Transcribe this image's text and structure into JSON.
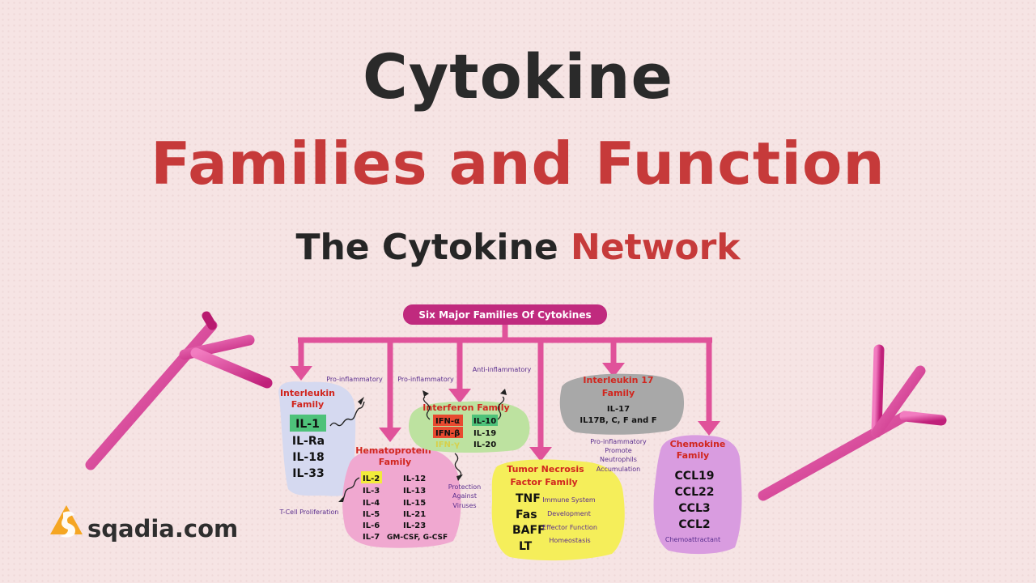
{
  "header": {
    "title_line1": "Cytokine",
    "title_line2": "Families and Function",
    "subtitle_plain": "The Cytokine",
    "subtitle_accent": "Network"
  },
  "diagram": {
    "root_label": "Six Major Families Of Cytokines",
    "interleukin": {
      "title_line1": "Interleukin",
      "title_line2": "Family",
      "items": [
        "IL-1",
        "IL-Ra",
        "IL-18",
        "IL-33"
      ],
      "note": "Pro-inflammatory"
    },
    "hematoprotein": {
      "title_line1": "Hematoprotein",
      "title_line2": "Family",
      "col1": [
        "IL-2",
        "IL-3",
        "IL-4",
        "IL-5",
        "IL-6",
        "IL-7"
      ],
      "col2": [
        "IL-12",
        "IL-13",
        "IL-15",
        "IL-21",
        "IL-23",
        "GM-CSF, G-CSF"
      ],
      "note": "T-Cell Proliferation"
    },
    "interferon": {
      "title": "Interferon Family",
      "col1": [
        "IFN-α",
        "IFN-β",
        "IFN-γ"
      ],
      "col2": [
        "IL-10",
        "IL-19",
        "IL-20"
      ],
      "note_left": "Pro-inflammatory",
      "note_right": "Anti-inflammatory",
      "note_bottom": [
        "Protection",
        "Against",
        "Viruses"
      ]
    },
    "tnf": {
      "title_line1": "Tumor Necrosis",
      "title_line2": "Factor Family",
      "items": [
        "TNF",
        "Fas",
        "BAFF",
        "LT"
      ],
      "functions": [
        "Immune System",
        "Development",
        "Effector Function",
        "Homeostasis"
      ]
    },
    "il17": {
      "title_line1": "Interleukin 17",
      "title_line2": "Family",
      "items": [
        "IL-17",
        "IL17B, C, F and F"
      ],
      "notes": [
        "Pro-inflammatory",
        "Promote",
        "Neutrophils",
        "Accumulation"
      ]
    },
    "chemokine": {
      "title_line1": "Chemokine",
      "title_line2": "Family",
      "items": [
        "CCL19",
        "CCL22",
        "CCL3",
        "CCL2"
      ],
      "note": "Chemoattractant"
    }
  },
  "brand": {
    "name": "sqadia.com"
  },
  "colors": {
    "background": "#f6e4e4",
    "title_dark": "#2a2a2a",
    "title_red": "#c63a3a",
    "arrow_magenta": "#e0529a",
    "root_pill": "#c02a7e",
    "antibody": "#e0409b",
    "brand_orange": "#f5a623"
  }
}
